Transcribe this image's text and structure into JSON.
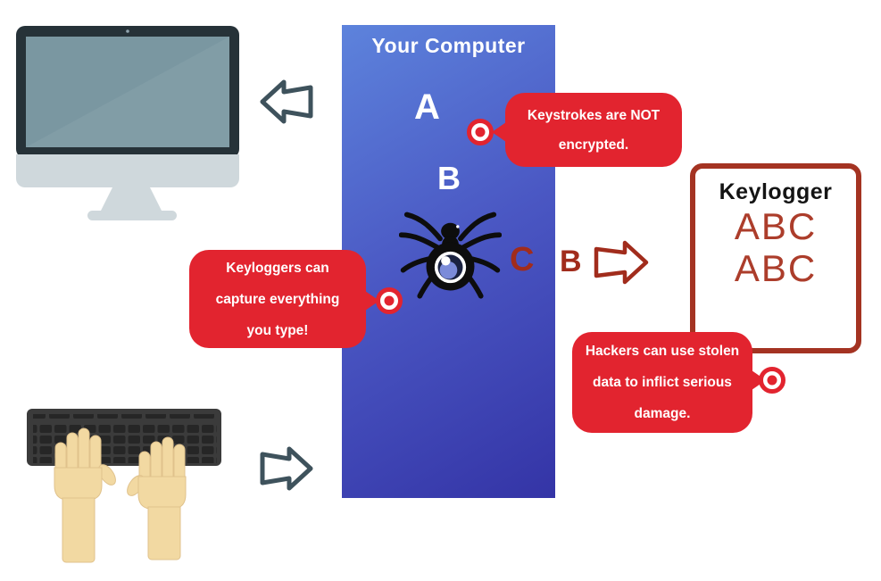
{
  "panel": {
    "title": "Your Computer",
    "letter_a": "A",
    "letter_b": "B"
  },
  "flow": {
    "letter_c": "C",
    "letter_b": "B"
  },
  "keylogger": {
    "title": "Keylogger",
    "captured_line1": "ABC",
    "captured_line2": "ABC"
  },
  "callouts": {
    "keystrokes": {
      "line1": "Keystrokes are NOT",
      "line2": "encrypted."
    },
    "capture": {
      "line1": "Keyloggers can",
      "line2": "capture everything",
      "line3": "you type!"
    },
    "hackers": {
      "line1": "Hackers can use stolen",
      "line2": "data to inflict serious",
      "line3": "damage."
    }
  },
  "colors": {
    "callout_red": "#E2242F",
    "dark_red": "#A12C1C",
    "keylogger_border": "#A43322",
    "captured_text": "#AC3D2B",
    "panel_blue_top": "#5D83DC",
    "panel_blue_bottom": "#3434A6",
    "arrow_slate": "#3E525C",
    "monitor_bezel": "#263238",
    "monitor_screen": "#7A97A1",
    "monitor_chin": "#CFD8DC",
    "keyboard_body": "#3B3B3B",
    "key_color": "#262626",
    "hand_skin": "#F2D9A2"
  }
}
